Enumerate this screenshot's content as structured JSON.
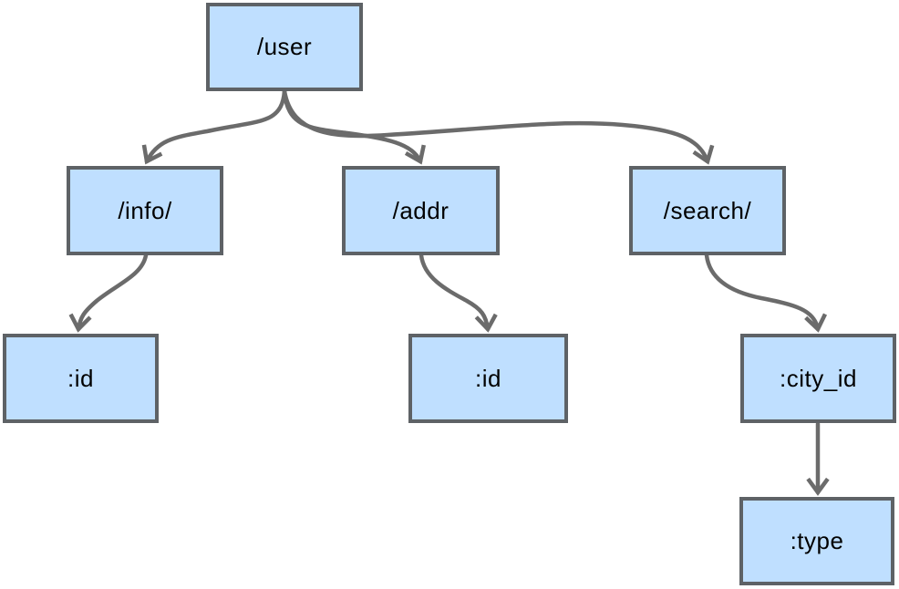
{
  "diagram": {
    "type": "route-tree",
    "nodes": [
      {
        "id": "user",
        "label": "/user"
      },
      {
        "id": "info",
        "label": "/info/"
      },
      {
        "id": "addr",
        "label": "/addr"
      },
      {
        "id": "search",
        "label": "/search/"
      },
      {
        "id": "info_id",
        "label": ":id"
      },
      {
        "id": "addr_id",
        "label": ":id"
      },
      {
        "id": "city_id",
        "label": ":city_id"
      },
      {
        "id": "type",
        "label": ":type"
      }
    ],
    "edges": [
      {
        "from": "user",
        "to": "info"
      },
      {
        "from": "user",
        "to": "addr"
      },
      {
        "from": "user",
        "to": "search"
      },
      {
        "from": "info",
        "to": "info_id"
      },
      {
        "from": "addr",
        "to": "addr_id"
      },
      {
        "from": "search",
        "to": "city_id"
      },
      {
        "from": "city_id",
        "to": "type"
      }
    ],
    "colors": {
      "node_fill": "#bfdfff",
      "node_border": "#5e6266",
      "edge": "#6b6b6b",
      "text": "#000000",
      "background": "#ffffff"
    }
  }
}
